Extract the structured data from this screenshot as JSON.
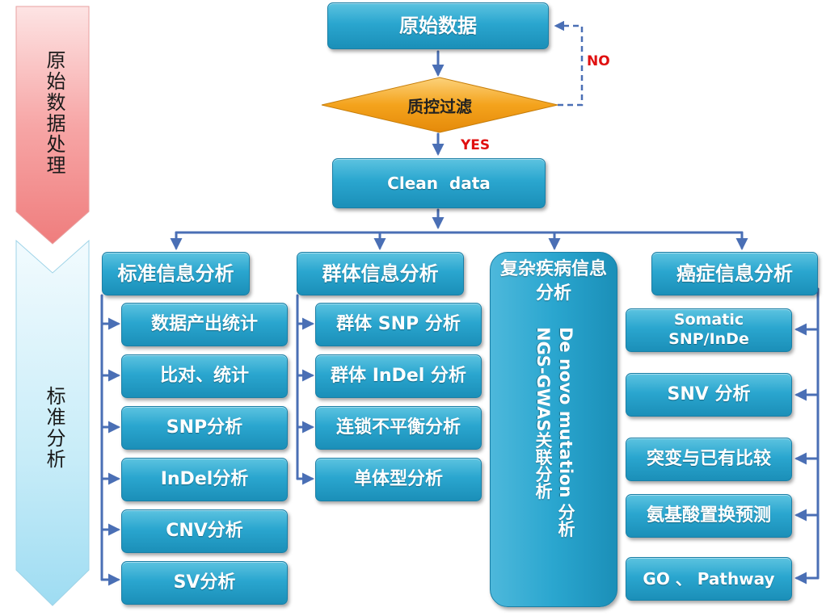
{
  "side_labels": {
    "raw_processing": "原始数据处理",
    "standard_analysis": "标准分析"
  },
  "flow": {
    "raw_data": "原始数据",
    "qc_filter": "质控过滤",
    "no_label": "NO",
    "yes_label": "YES",
    "clean_data": "Clean  data"
  },
  "standard": {
    "title": "标准信息分析",
    "items": [
      "数据产出统计",
      "比对、统计",
      "SNP分析",
      "InDel分析",
      "CNV分析",
      "SV分析"
    ]
  },
  "population": {
    "title": "群体信息分析",
    "items": [
      "群体 SNP 分析",
      "群体 InDel 分析",
      "连锁不平衡分析",
      "单体型分析"
    ]
  },
  "complex": {
    "title": "复杂疾病信息分析",
    "line1": "De novo mutation 分析",
    "line2": "NGS-GWAS关联分析"
  },
  "cancer": {
    "title": "癌症信息分析",
    "items": [
      "Somatic SNP/InDe",
      "SNV 分析",
      "突变与已有比较",
      "氨基酸置换预测",
      "GO 、 Pathway"
    ]
  },
  "colors": {
    "box": "#2aa6cf",
    "connector": "#4a6fb5",
    "diamond": "#f4a31c",
    "accent_red": "#e01010"
  }
}
